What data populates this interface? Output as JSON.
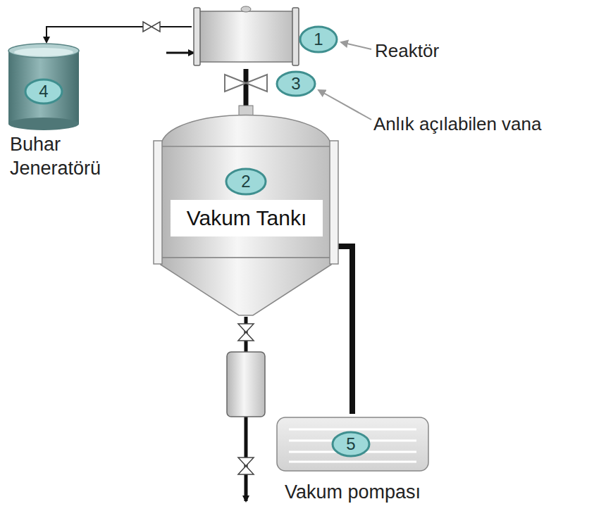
{
  "diagram": {
    "nodes": [
      {
        "text": [
          "4",
          "Buhar Jeneratörü"
        ]
      },
      {
        "text": [
          "1"
        ]
      },
      {
        "text": [
          "2",
          "Vakum Tankı"
        ]
      },
      {
        "text": [
          "5",
          "Vakum pompası"
        ]
      }
    ],
    "edges": [
      {
        "from": 1,
        "to": 0,
        "arrow": "to"
      },
      {
        "from": 1,
        "to": 2,
        "arrow": "none"
      },
      {
        "from": 2,
        "to": 3,
        "arrow": "none"
      }
    ],
    "labels": [
      "Reaktör",
      "3",
      "Anlık açılabilen vana"
    ]
  }
}
